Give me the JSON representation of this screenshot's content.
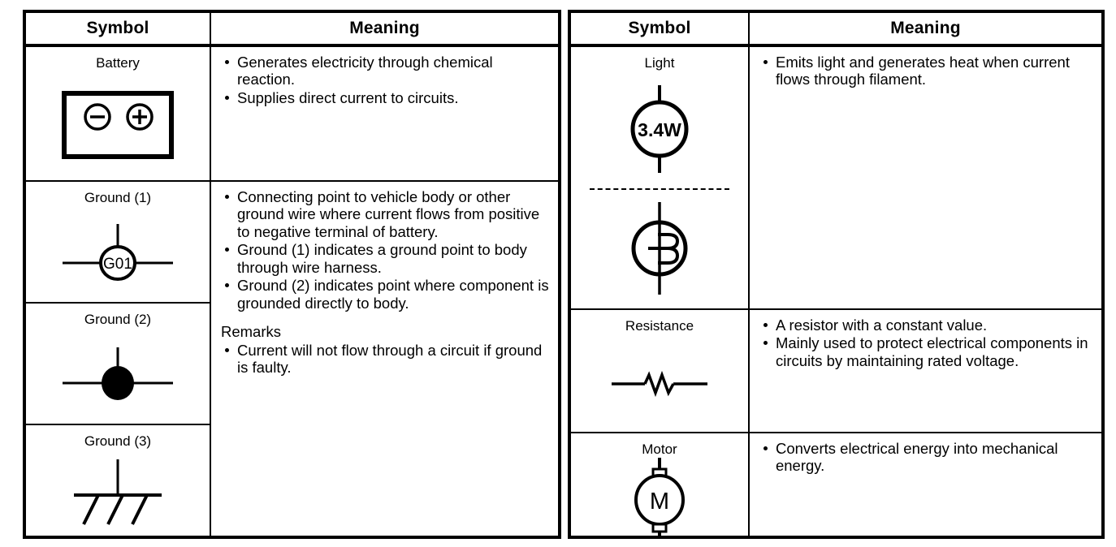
{
  "tables": [
    {
      "id": "left",
      "headers": {
        "symbol": "Symbol",
        "meaning": "Meaning"
      },
      "rows": [
        {
          "symbol_label": "Battery",
          "symbol_icon": "battery-icon",
          "meaning_bullets": [
            "Generates electricity through chemical reaction.",
            "Supplies direct current to circuits."
          ]
        },
        {
          "symbol_label": "Ground (1)",
          "symbol_icon": "ground-point-icon",
          "symbol_text": "G01"
        },
        {
          "symbol_label": "Ground (2)",
          "symbol_icon": "ground-filled-node-icon"
        },
        {
          "symbol_label": "Ground (3)",
          "symbol_icon": "chassis-ground-icon"
        }
      ],
      "merged_meaning": {
        "bullets": [
          "Connecting point to vehicle body or other ground wire where current flows from positive to negative terminal of battery.",
          "Ground (1) indicates a ground point to body through wire harness.",
          "Ground (2) indicates point where component is grounded directly to body."
        ],
        "remarks_heading": "Remarks",
        "remarks_bullets": [
          "Current will not flow through a circuit if ground is faulty."
        ]
      }
    },
    {
      "id": "right",
      "headers": {
        "symbol": "Symbol",
        "meaning": "Meaning"
      },
      "rows": [
        {
          "symbol_label": "Light",
          "symbol_icon": "lamp-icon",
          "symbol_text": "3.4W",
          "symbol_icon_secondary": "filament-lamp-icon",
          "meaning_bullets": [
            "Emits light and generates heat when current flows through filament."
          ]
        },
        {
          "symbol_label": "Resistance",
          "symbol_icon": "resistor-icon",
          "meaning_bullets": [
            "A resistor with a constant value.",
            "Mainly used to protect electrical components in circuits by maintaining rated voltage."
          ]
        },
        {
          "symbol_label": "Motor",
          "symbol_icon": "motor-icon",
          "symbol_text": "M",
          "meaning_bullets": [
            "Converts electrical energy into mechanical energy."
          ]
        }
      ]
    }
  ],
  "colors": {
    "ink": "#000000",
    "paper": "#ffffff"
  }
}
